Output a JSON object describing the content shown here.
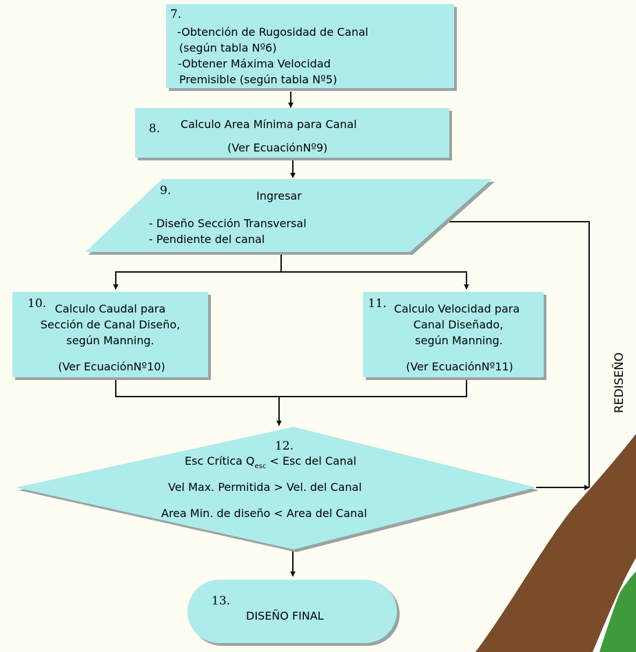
{
  "nodes": {
    "n7": {
      "num": "7.",
      "lines": [
        "-Obtención de Rugosidad de Canal",
        "(según tabla Nº6)",
        "-Obtener Máxima Velocidad",
        "Premisible (según tabla Nº5)"
      ]
    },
    "n8": {
      "num": "8.",
      "title": "Calculo Area Mínima para Canal",
      "ref": "(Ver EcuaciónNº9)"
    },
    "n9": {
      "num": "9.",
      "title": "Ingresar",
      "lines": [
        "- Diseño Sección Transversal",
        "- Pendiente del canal"
      ]
    },
    "n10": {
      "num": "10.",
      "lines": [
        "Calculo Caudal para",
        "Sección de Canal Diseño,",
        "según Manning."
      ],
      "ref": "(Ver EcuaciónNº10)"
    },
    "n11": {
      "num": "11.",
      "lines": [
        "Calculo Velocidad para",
        "Canal Diseñado,",
        "según Manning."
      ],
      "ref": "(Ver EcuaciónNº11)"
    },
    "n12": {
      "num": "12.",
      "cond1_a": "Esc Crítica Q",
      "cond1_sub": "esc",
      "cond1_b": " < Esc del Canal",
      "cond2": "Vel Max. Permitida > Vel. del Canal",
      "cond3": "Area Min. de diseño < Area del Canal"
    },
    "n13": {
      "num": "13.",
      "title": "DISEÑO FINAL"
    }
  },
  "side_label": "REDISEÑO",
  "colors": {
    "fill": "#aeeceb",
    "shadow": "#9aa3a3",
    "line": "#111111",
    "background": "#fdfdf2",
    "decor_brown": "#7a4c2a",
    "decor_green": "#3f9a3c",
    "decor_white": "#ffffff"
  }
}
